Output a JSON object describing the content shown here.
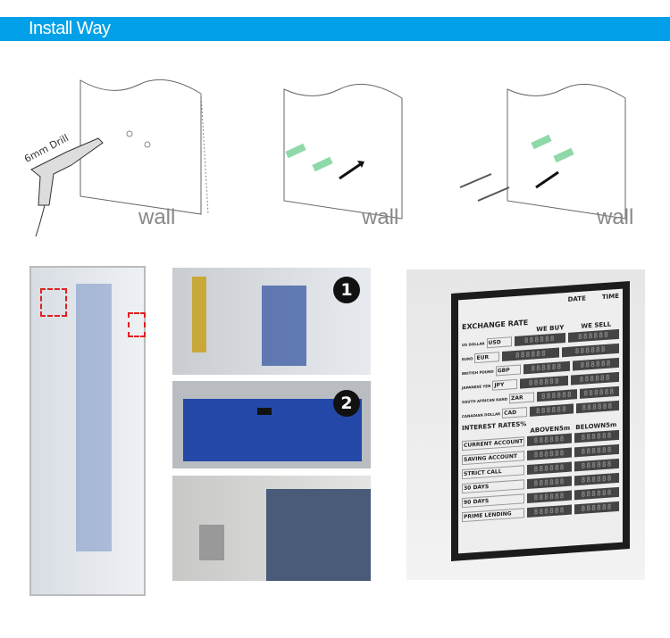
{
  "header": {
    "title": "Install Way"
  },
  "steps": [
    {
      "drill_label": "6mm Drill",
      "wall_label": "wall"
    },
    {
      "wall_label": "wall"
    },
    {
      "wall_label": "wall"
    }
  ],
  "photos": {
    "badges": [
      "1",
      "2"
    ]
  },
  "board": {
    "date": "DATE",
    "time": "TIME",
    "exchange_title": "EXCHANGE RATE",
    "buy": "WE BUY",
    "sell": "WE SELL",
    "currencies": [
      {
        "name": "US DOLLAR",
        "code": "USD"
      },
      {
        "name": "EURO",
        "code": "EUR"
      },
      {
        "name": "BRITISH POUND",
        "code": "GBP"
      },
      {
        "name": "JAPANESE YEN",
        "code": "JPY"
      },
      {
        "name": "SOUTH AFRICAN RAND",
        "code": "ZAR"
      },
      {
        "name": "CANADIAN DOLLAR",
        "code": "CAD"
      }
    ],
    "interest_title": "INTEREST RATES%",
    "above": "ABOVEN5m",
    "below": "BELOWN5m",
    "rates": [
      "CURRENT ACCOUNT",
      "SAVING ACCOUNT",
      "STRICT CALL",
      "30 DAYS",
      "90 DAYS",
      "PRIME LENDING"
    ],
    "digits": "888888"
  },
  "colors": {
    "accent": "#02a0e8"
  }
}
